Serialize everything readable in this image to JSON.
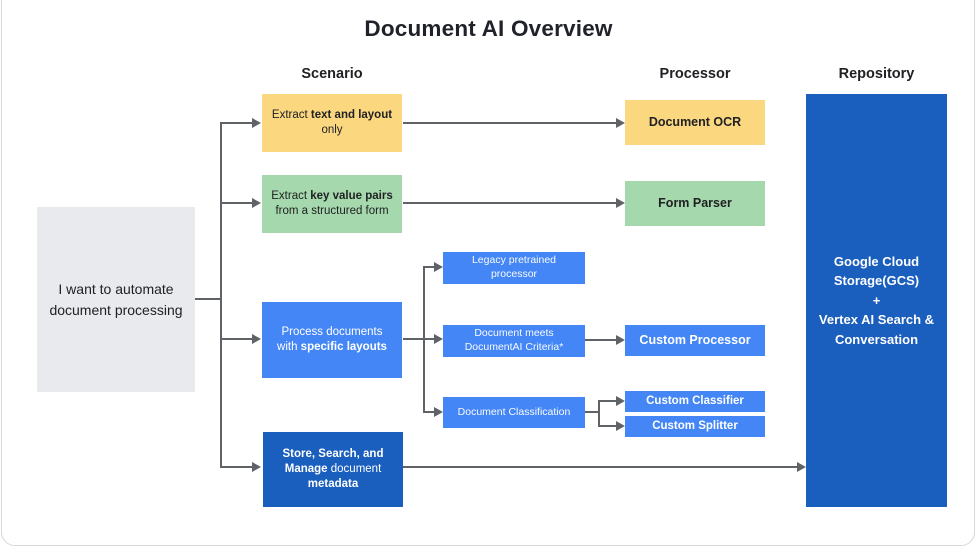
{
  "title": "Document AI Overview",
  "column_headers": {
    "scenario": "Scenario",
    "processor": "Processor",
    "repository": "Repository"
  },
  "root_node": {
    "label": "I want to automate document processing"
  },
  "scenarios": {
    "extract_text": {
      "segments": [
        {
          "text": "Extract ",
          "bold": false
        },
        {
          "text": "text and layout",
          "bold": true
        },
        {
          "text": " only",
          "bold": false
        }
      ]
    },
    "extract_key_value": {
      "segments": [
        {
          "text": "Extract ",
          "bold": false
        },
        {
          "text": "key value pairs",
          "bold": true
        },
        {
          "text": " from a structured form",
          "bold": false
        }
      ]
    },
    "specific_layouts": {
      "segments": [
        {
          "text": "Process documents with ",
          "bold": false
        },
        {
          "text": "specific layouts",
          "bold": true
        }
      ]
    },
    "store_search_manage": {
      "segments": [
        {
          "text": "Store, Search, and Manage",
          "bold": true
        },
        {
          "text": " document ",
          "bold": false
        },
        {
          "text": "metadata",
          "bold": true
        }
      ]
    }
  },
  "decision_nodes": {
    "legacy_pretrained": {
      "label": "Legacy pretrained processor"
    },
    "meets_criteria": {
      "label": "Document meets DocumentAI Criteria*"
    },
    "classification": {
      "label": "Document Classification"
    }
  },
  "processors": {
    "document_ocr": {
      "label": "Document OCR"
    },
    "form_parser": {
      "label": "Form Parser"
    },
    "custom_processor": {
      "label": "Custom Processor"
    },
    "custom_classifier": {
      "label": "Custom Classifier"
    },
    "custom_splitter": {
      "label": "Custom Splitter"
    }
  },
  "repository_node": {
    "lines": [
      "Google Cloud Storage(GCS)",
      "+",
      "Vertex AI Search & Conversation"
    ]
  },
  "colors": {
    "yellow": "#FBD77F",
    "green": "#A5D8AC",
    "blue": "#4486F6",
    "darkblue": "#1A5EBE",
    "gray": "#E8EAED",
    "arrow": "#5F6368"
  }
}
